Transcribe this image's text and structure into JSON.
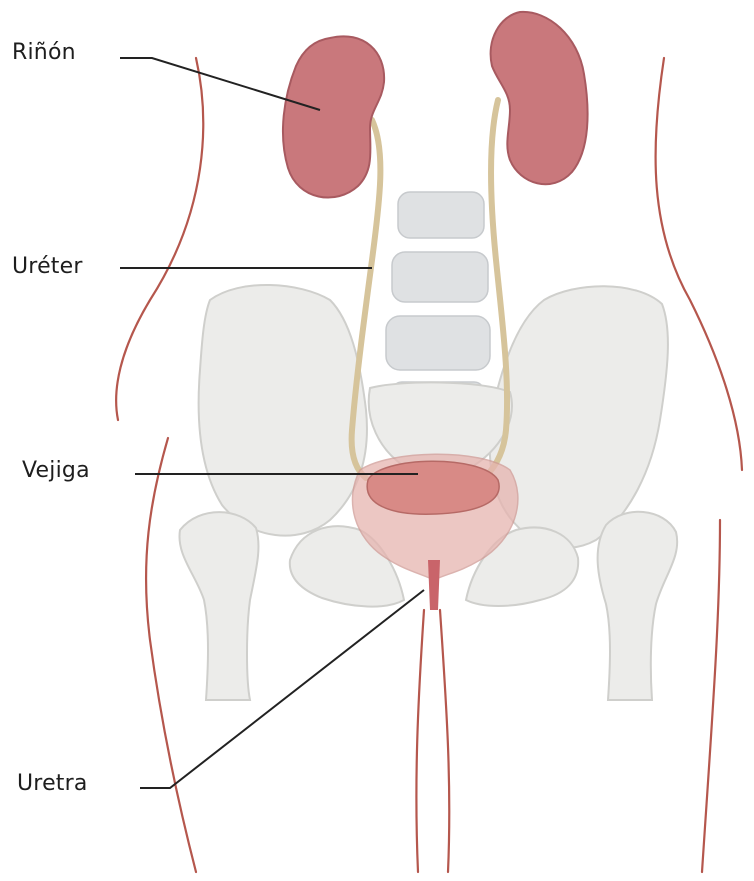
{
  "labels": {
    "kidney": "Riñón",
    "ureter": "Uréter",
    "bladder": "Vejiga",
    "urethra": "Uretra"
  },
  "colors": {
    "background": "#ffffff",
    "kidney_fill": "#c9787c",
    "kidney_stroke": "#a85a60",
    "ureter": "#d6c49b",
    "bone_fill": "#ececea",
    "bone_stroke": "#cfcfcc",
    "spine_fill": "#dfe1e3",
    "body_outline": "#b5574d",
    "bladder_fill": "#d88a86",
    "bladder_sac": "#e6b5b0",
    "leader_line": "#222222",
    "label_text": "#1e1e1e"
  },
  "icons": [
    "kidney-shape",
    "ureter-tube",
    "bladder-shape",
    "pelvis-bone",
    "spine-vertebrae",
    "body-outline"
  ]
}
